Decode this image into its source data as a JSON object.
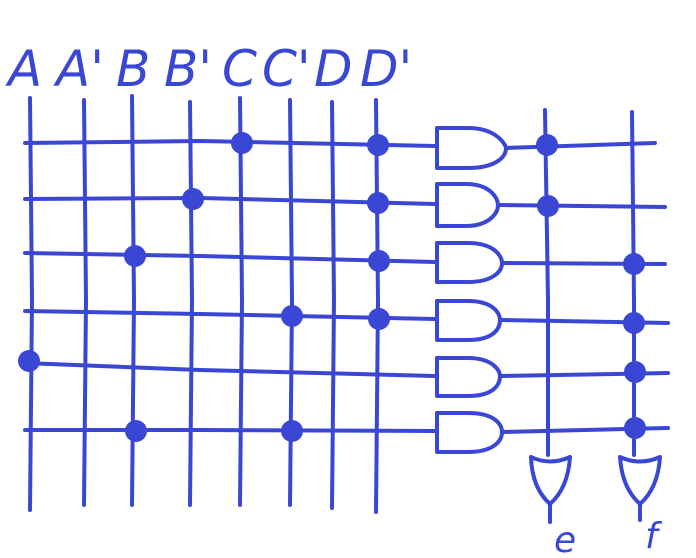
{
  "diagram": {
    "color": "#3a47d5",
    "inputs": [
      "A",
      "A'",
      "B",
      "B'",
      "C",
      "C'",
      "D",
      "D'"
    ],
    "outputs": [
      "e",
      "f"
    ],
    "and_gates": [
      {
        "inputs": [
          "C",
          "D'"
        ]
      },
      {
        "inputs": [
          "B'",
          "D'"
        ]
      },
      {
        "inputs": [
          "B",
          "D'"
        ]
      },
      {
        "inputs": [
          "C'",
          "D'"
        ]
      },
      {
        "inputs": [
          "A"
        ]
      },
      {
        "inputs": [
          "B",
          "C'"
        ]
      }
    ],
    "or_gates": [
      {
        "output": "e",
        "from_and_gates": [
          1,
          2
        ]
      },
      {
        "output": "f",
        "from_and_gates": [
          3,
          4,
          5,
          6
        ]
      }
    ]
  }
}
